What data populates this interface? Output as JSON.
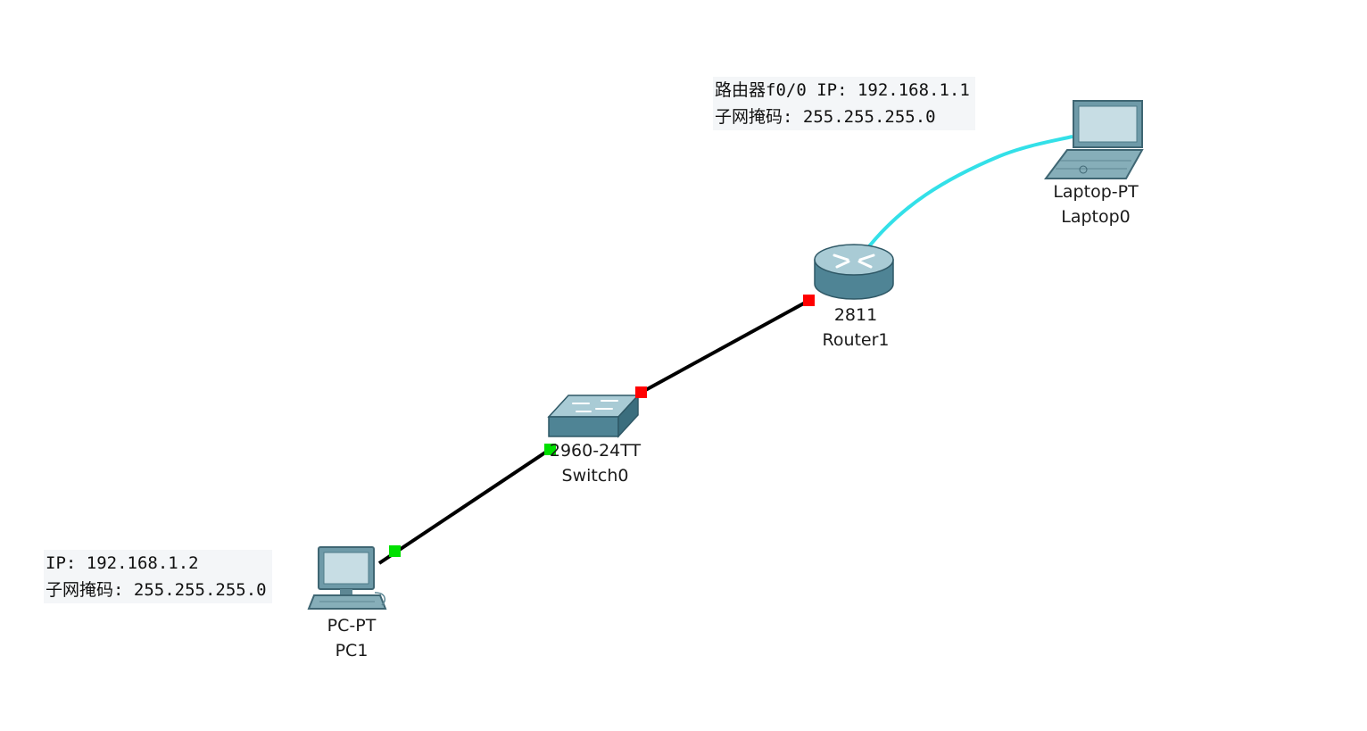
{
  "devices": {
    "laptop": {
      "model": "Laptop-PT",
      "name": "Laptop0",
      "icon": "laptop-icon"
    },
    "router": {
      "model": "2811",
      "name": "Router1",
      "icon": "router-icon"
    },
    "switch": {
      "model": "2960-24TT",
      "name": "Switch0",
      "icon": "switch-icon"
    },
    "pc": {
      "model": "PC-PT",
      "name": "PC1",
      "icon": "pc-icon"
    }
  },
  "notes": {
    "router": {
      "line1": "路由器f0/0 IP: 192.168.1.1",
      "line2": "子网掩码: 255.255.255.0"
    },
    "pc": {
      "line1": "IP: 192.168.1.2",
      "line2": "子网掩码: 255.255.255.0"
    }
  },
  "links": [
    {
      "from": "Router1",
      "to": "Laptop0",
      "cable": "console",
      "color": "#33e0e8"
    },
    {
      "from": "Switch0",
      "to": "Router1",
      "cable": "straight-through",
      "color": "#000000",
      "status_from": "down",
      "status_to": "down"
    },
    {
      "from": "PC1",
      "to": "Switch0",
      "cable": "straight-through",
      "color": "#000000",
      "status_from": "up",
      "status_to": "up"
    }
  ],
  "colors": {
    "link_up": "#00e000",
    "link_down": "#ff0000",
    "device_body": "#6e9aa8"
  }
}
